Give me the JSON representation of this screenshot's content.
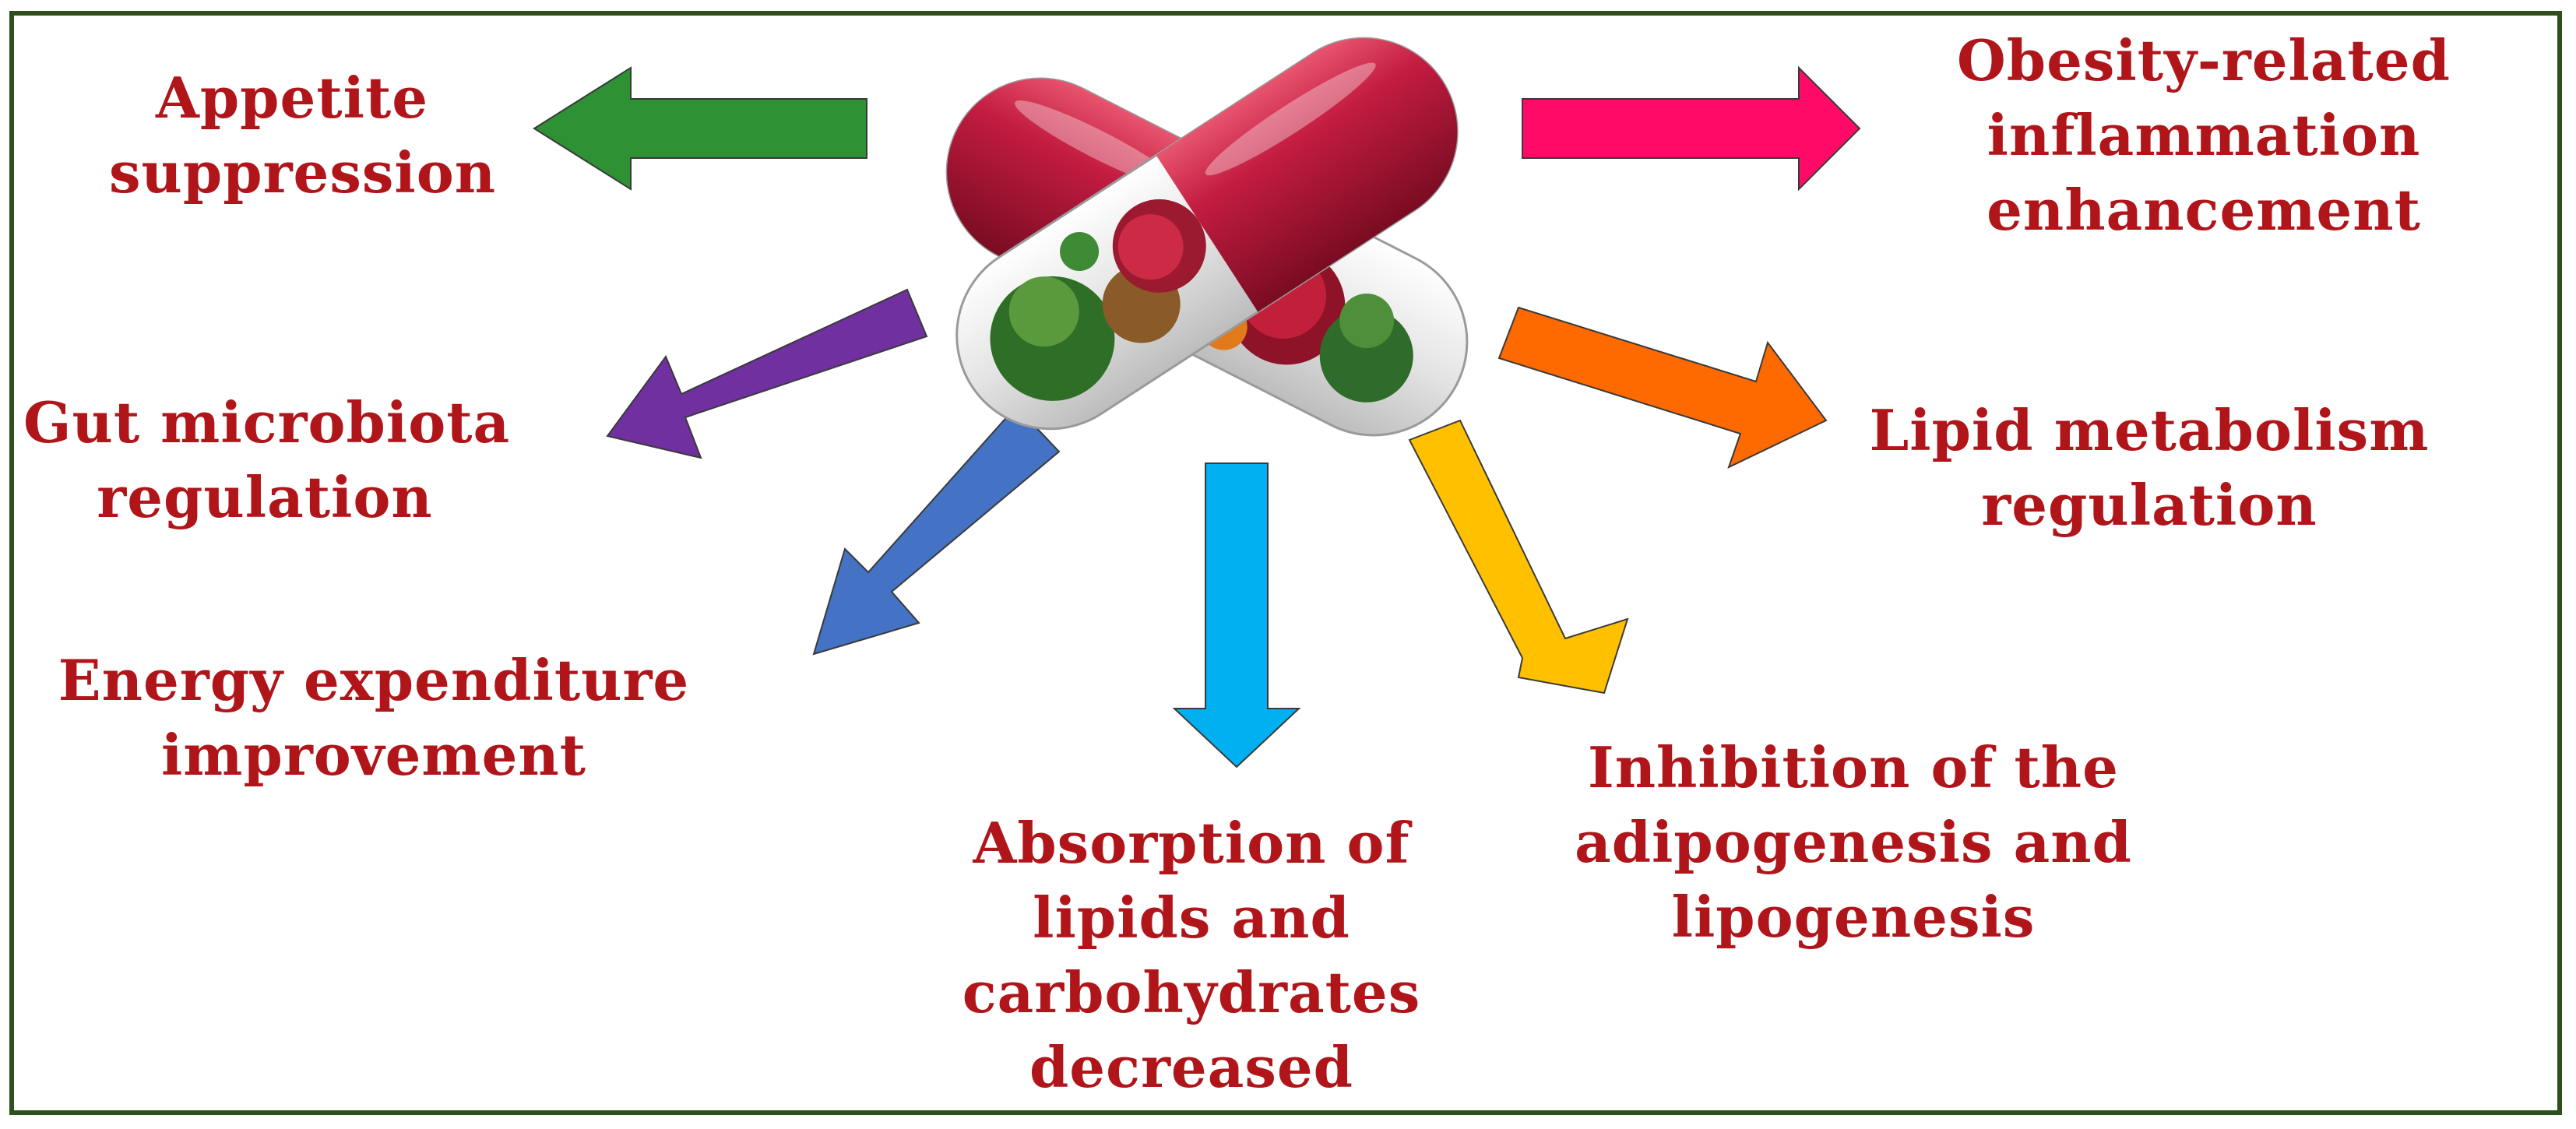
{
  "colors": {
    "frame": "#2f4f1f",
    "label_text": "#b0151a",
    "capsule_red": "#b5173a",
    "capsule_clear": "#e6e6e6"
  },
  "effects": [
    {
      "id": "appetite",
      "lines": [
        "Appetite",
        "suppression"
      ],
      "arrow_color": "#2e9133"
    },
    {
      "id": "inflammation",
      "lines": [
        "Obesity-related",
        "inflammation",
        "enhancement"
      ],
      "arrow_color": "#ff0a66"
    },
    {
      "id": "gut",
      "lines": [
        "Gut microbiota",
        "regulation"
      ],
      "arrow_color": "#7030a0"
    },
    {
      "id": "lipid",
      "lines": [
        "Lipid metabolism",
        "regulation"
      ],
      "arrow_color": "#ff6a00"
    },
    {
      "id": "energy",
      "lines": [
        "Energy expenditure",
        "improvement"
      ],
      "arrow_color": "#4472c4"
    },
    {
      "id": "absorption",
      "lines": [
        "Absorption of",
        "lipids and",
        "carbohydrates",
        "decreased"
      ],
      "arrow_color": "#00b0f0"
    },
    {
      "id": "adipogenesis",
      "lines": [
        "Inhibition of the",
        "adipogenesis and",
        "lipogenesis"
      ],
      "arrow_color": "#ffc000"
    }
  ]
}
